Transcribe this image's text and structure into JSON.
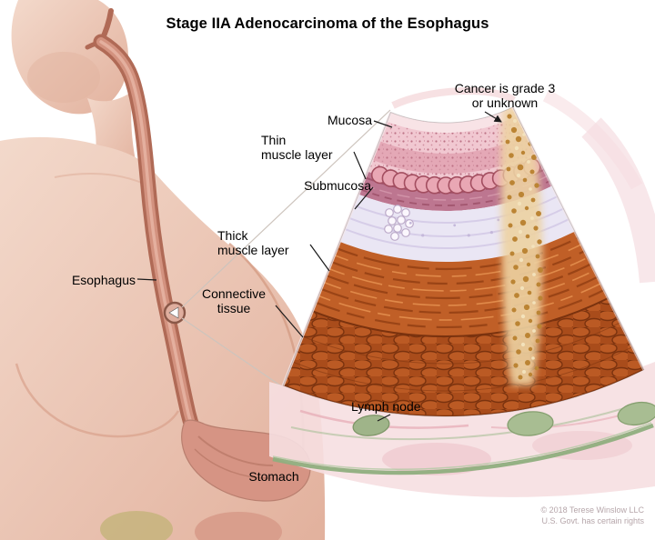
{
  "title": "Stage IIA Adenocarcinoma of the Esophagus",
  "anatomy_labels": {
    "esophagus": "Esophagus",
    "stomach": "Stomach"
  },
  "inset_labels": {
    "mucosa": "Mucosa",
    "thin_muscle_layer": "Thin\nmuscle layer",
    "submucosa": "Submucosa",
    "thick_muscle_layer": "Thick\nmuscle layer",
    "connective_tissue": "Connective\ntissue",
    "cancer_note": "Cancer is grade 3\nor unknown",
    "lymph_node": "Lymph node"
  },
  "credit": {
    "line1": "© 2018 Terese Winslow LLC",
    "line2": "U.S. Govt. has certain rights"
  },
  "colors": {
    "skin": "#eccabb",
    "esophagus_tube": "#c58a77",
    "mucosa_pink": "#f1c8d1",
    "thin_muscle_mauve": "#bd7690",
    "submucosa_lavender": "#eae6f4",
    "muscle_orange": "#c05f27",
    "connective_brown": "#aa4d1c",
    "cancer_tan": "#e3bd7a",
    "lymph_green": "#a4ba8d"
  }
}
